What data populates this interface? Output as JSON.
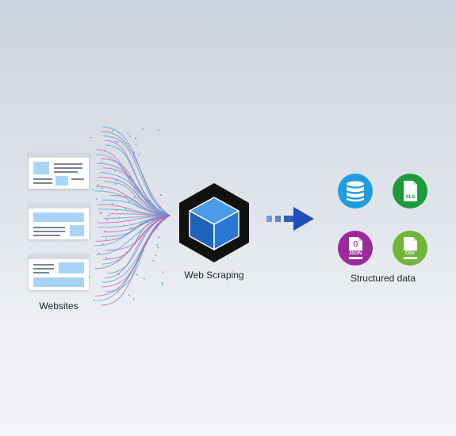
{
  "websites_label": "Websites",
  "engine_label": "Web Scraping",
  "output_label": "Structured data",
  "file_icons": {
    "xls": "XLS",
    "json": "JSON",
    "csv": "CSV",
    "json_glyph": "{}"
  },
  "icons": [
    "database-icon",
    "xls-file-icon",
    "json-file-icon",
    "csv-file-icon",
    "cube-icon",
    "arrow-right-icon"
  ],
  "colors": {
    "database": "#1e9de0",
    "xls": "#1f9a3a",
    "json": "#9c2a9c",
    "csv": "#6fb63a",
    "cube": "#2673cc",
    "arrow": "#1d4fb8",
    "line_pink": "#c45fa8",
    "line_blue": "#3fa8da"
  }
}
